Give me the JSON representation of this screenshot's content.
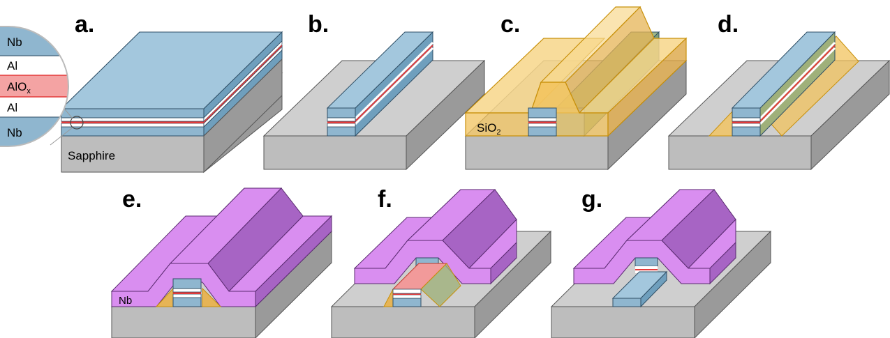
{
  "panels": {
    "a": "a.",
    "b": "b.",
    "c": "c.",
    "d": "d.",
    "e": "e.",
    "f": "f.",
    "g": "g."
  },
  "layer_stack": [
    "Nb",
    "Al",
    "AlO",
    "Al",
    "Nb"
  ],
  "alox_subscript": "x",
  "labels": {
    "substrate": "Sapphire",
    "oxide": "SiO",
    "oxide_subscript": "2",
    "top_metal": "Nb"
  },
  "colors": {
    "nb_blue": "#9fc3d9",
    "nb_blue_dark": "#6f9fbd",
    "al_white": "#ffffff",
    "alox_red": "#f4a3a3",
    "alox_line": "#e33b3b",
    "substrate_top": "#c9c9c9",
    "substrate_front": "#b4b4b4",
    "substrate_side": "#8f8f8f",
    "sio2": "#f7d27a",
    "nb_top_wiring": "#d98ef0",
    "nb_top_wiring_dark": "#a764c4"
  }
}
